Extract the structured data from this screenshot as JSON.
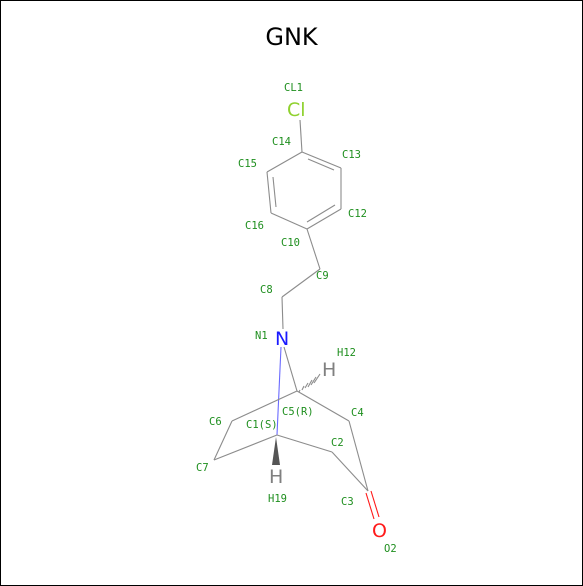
{
  "title": "GNK",
  "colors": {
    "bond": "#8c8c8c",
    "label": "#1f8f1f",
    "chlorine": "#8fd12e",
    "nitrogen": "#1a1aff",
    "oxygen": "#ff1a1a",
    "hydrogen": "#808080"
  },
  "atoms": {
    "cl": "Cl",
    "n": "N",
    "o": "O",
    "h_top": "H",
    "h_bottom": "H"
  },
  "labels": {
    "cl1": "CL1",
    "c14": "C14",
    "c13": "C13",
    "c15": "C15",
    "c12": "C12",
    "c16": "C16",
    "c10": "C10",
    "c9": "C9",
    "c8": "C8",
    "n1": "N1",
    "h12": "H12",
    "c5r": "C5(R)",
    "c6": "C6",
    "c4": "C4",
    "c1s": "C1(S)",
    "c2": "C2",
    "c7": "C7",
    "h19": "H19",
    "c3": "C3",
    "o2": "O2"
  }
}
